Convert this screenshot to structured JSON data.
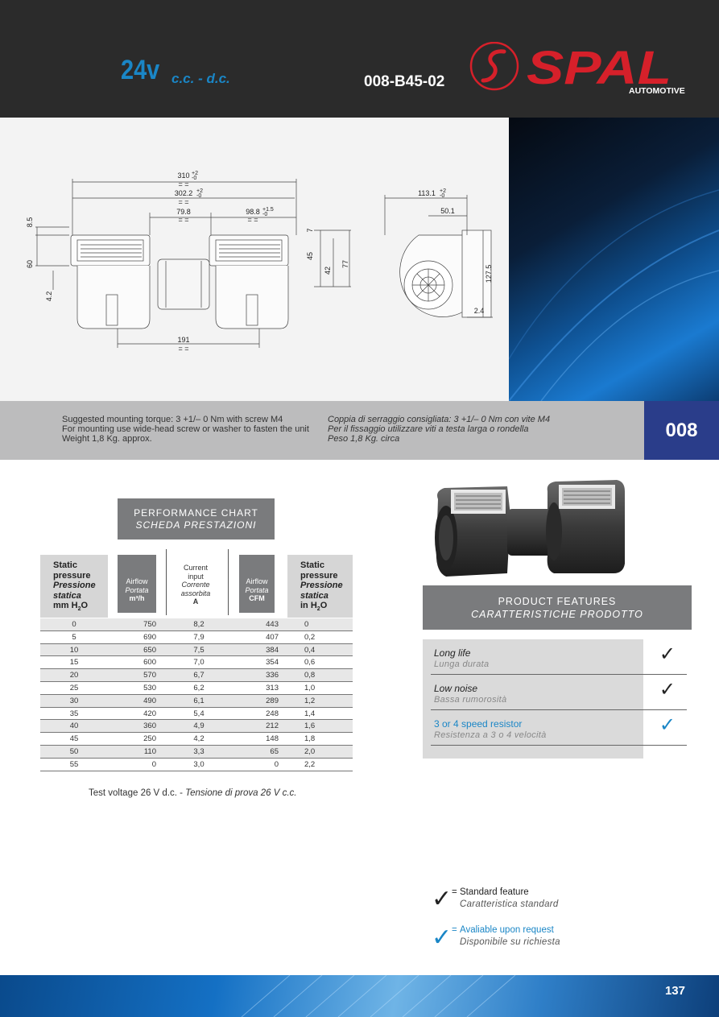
{
  "header": {
    "voltage": "24v",
    "current_type": "c.c. - d.c.",
    "model_code": "008-B45-02",
    "brand": "SPAL",
    "brand_sub": "AUTOMOTIVE"
  },
  "drawing": {
    "front": {
      "overall_width": "310",
      "overall_width_tol": [
        "+2",
        "-0"
      ],
      "inner_width": "302.2",
      "inner_width_tol": [
        "+2",
        "-0"
      ],
      "center_gap": "79.8",
      "wheel_width": "98.8",
      "wheel_width_tol": [
        "+1.5",
        "-0"
      ],
      "outlet_depth": "8.5",
      "outlet_height": "60",
      "flange": "4.2",
      "offset_7": "7",
      "height_45": "45",
      "height_42": "42",
      "height_77": "77",
      "base_spacing": "191",
      "eq": "= ="
    },
    "side": {
      "width": "113.1",
      "width_tol": [
        "+2",
        "-0"
      ],
      "outlet": "50.1",
      "height": "127.5",
      "flange": "2.4"
    }
  },
  "info": {
    "en": [
      "Suggested mounting torque: 3 +1/– 0 Nm with screw M4",
      "For mounting use wide-head screw or washer to fasten the unit",
      "Weight 1,8 Kg. approx."
    ],
    "it": [
      "Coppia di serraggio consigliata: 3 +1/– 0 Nm con vite M4",
      "Per il fissaggio utilizzare viti a testa larga o rondella",
      "Peso 1,8 Kg. circa"
    ],
    "family_code": "008"
  },
  "performance": {
    "title_en": "PERFORMANCE CHART",
    "title_it": "SCHEDA PRESTAZIONI",
    "columns": [
      {
        "l1": "Static",
        "l2": "pressure",
        "l3": "Pressione",
        "l4": "statica",
        "unit": "mm H",
        "sub": "2",
        "unit_end": "O"
      },
      {
        "en": "Airflow",
        "it": "Portata",
        "unit": "m³/h"
      },
      {
        "en1": "Current",
        "en2": "input",
        "it1": "Corrente",
        "it2": "assorbita",
        "unit": "A"
      },
      {
        "en": "Airflow",
        "it": "Portata",
        "unit": "CFM"
      },
      {
        "l1": "Static",
        "l2": "pressure",
        "l3": "Pressione",
        "l4": "statica",
        "unit": "in H",
        "sub": "2",
        "unit_end": "O"
      }
    ],
    "rows": [
      [
        "0",
        "750",
        "8,2",
        "443",
        "0"
      ],
      [
        "5",
        "690",
        "7,9",
        "407",
        "0,2"
      ],
      [
        "10",
        "650",
        "7,5",
        "384",
        "0,4"
      ],
      [
        "15",
        "600",
        "7,0",
        "354",
        "0,6"
      ],
      [
        "20",
        "570",
        "6,7",
        "336",
        "0,8"
      ],
      [
        "25",
        "530",
        "6,2",
        "313",
        "1,0"
      ],
      [
        "30",
        "490",
        "6,1",
        "289",
        "1,2"
      ],
      [
        "35",
        "420",
        "5,4",
        "248",
        "1,4"
      ],
      [
        "40",
        "360",
        "4,9",
        "212",
        "1,6"
      ],
      [
        "45",
        "250",
        "4,2",
        "148",
        "1,8"
      ],
      [
        "50",
        "110",
        "3,3",
        "65",
        "2,0"
      ],
      [
        "55",
        "0",
        "3,0",
        "0",
        "2,2"
      ]
    ],
    "test_voltage_en": "Test voltage 26 V d.c. - ",
    "test_voltage_it": "Tensione di prova 26 V c.c."
  },
  "features": {
    "title_en": "PRODUCT FEATURES",
    "title_it": "CARATTERISTICHE PRODOTTO",
    "items": [
      {
        "en": "Long life",
        "it": "Lunga durata",
        "check": "✓",
        "color": "#222222"
      },
      {
        "en": "Low noise",
        "it": "Bassa rumorosità",
        "check": "✓",
        "color": "#222222"
      },
      {
        "en": "3 or 4 speed resistor",
        "it": "Resistenza a 3 o 4 velocità",
        "check": "✓",
        "color": "#1a86c6"
      }
    ]
  },
  "legend": {
    "check": "✓",
    "eq": "=",
    "standard_en": "Standard feature",
    "standard_it": "Caratteristica standard",
    "request_en": "Avaliable upon request",
    "request_it": "Disponibile su richiesta",
    "standard_color": "#222222",
    "request_color": "#1a86c6"
  },
  "page_number": "137",
  "colors": {
    "header_bg": "#2b2b2b",
    "accent_blue": "#1a86c6",
    "spal_red": "#d6202a",
    "family_box": "#2a3d8a",
    "grey_band": "#bcbcbd",
    "grey_title": "#7a7b7d"
  }
}
